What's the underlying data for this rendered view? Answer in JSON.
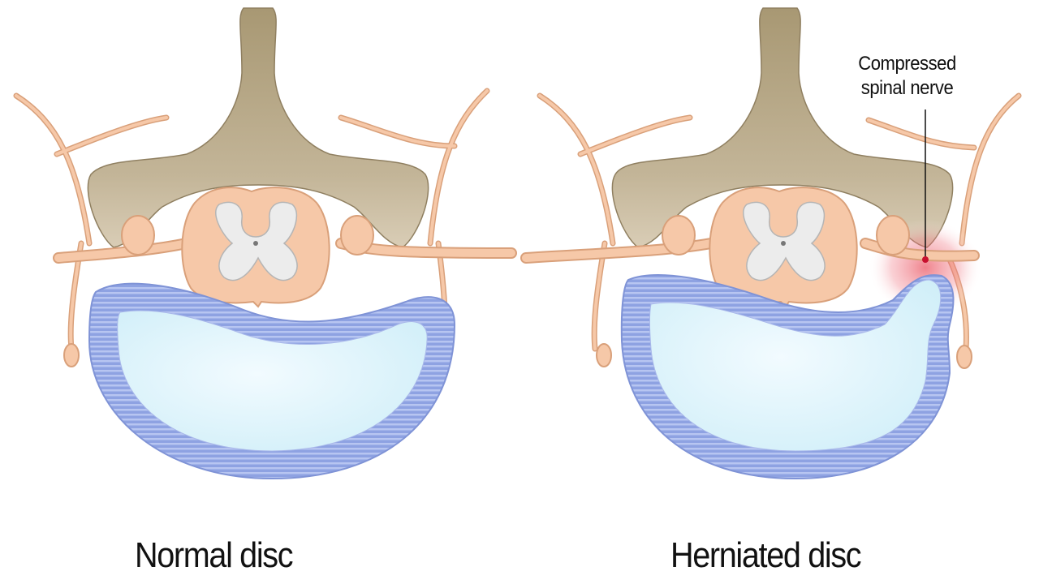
{
  "panels": [
    {
      "id": "normal",
      "caption": "Normal disc"
    },
    {
      "id": "herniated",
      "caption": "Herniated disc"
    }
  ],
  "annotation": {
    "line1": "Compressed",
    "line2": "spinal nerve"
  },
  "colors": {
    "bone": "#b9a98a",
    "bone_shadow": "#8f7f60",
    "nerve": "#f6c8a8",
    "nerve_edge": "#d9a07a",
    "gray_matter": "#ececec",
    "annulus": "#8fa3e0",
    "annulus_stripe": "#b8c6f0",
    "nucleus": "#dff4fb",
    "compression": "#e8404f"
  }
}
